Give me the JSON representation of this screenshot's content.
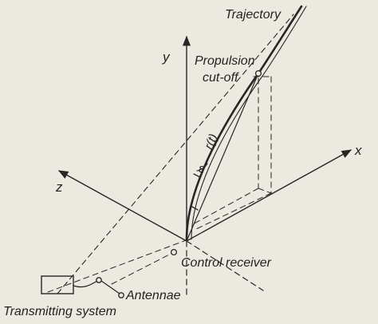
{
  "diagram": {
    "labels": {
      "trajectory": "Trajectory",
      "propulsion_1": "Propulsion",
      "propulsion_2": "cut-off",
      "r_t": "r(t)",
      "epsilon": "ε",
      "axis_x": "x",
      "axis_y": "y",
      "axis_z": "z",
      "control_receiver": "Control receiver",
      "antennae": "Antennae",
      "transmitting_system": "Transmitting system"
    }
  }
}
